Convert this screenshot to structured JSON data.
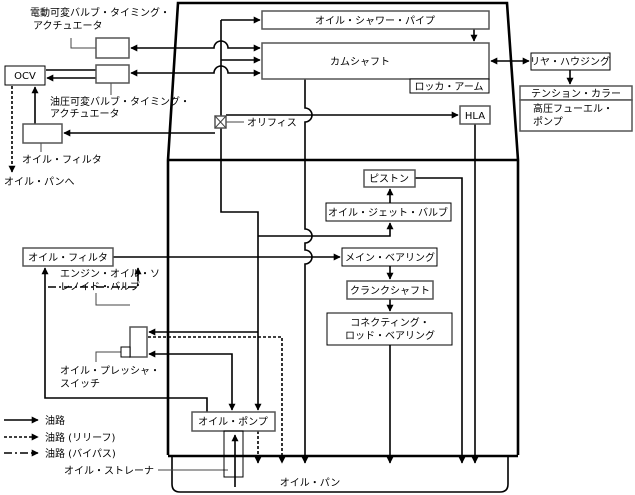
{
  "components": {
    "oil_shower_pipe": "オイル・シャワー・パイプ",
    "camshaft": "カムシャフト",
    "rocker_arm": "ロッカ・アーム",
    "rear_housing": "リヤ・ハウジング",
    "tension_collar": "テンション・カラー",
    "hp_fuel_pump_1": "高圧フューエル・",
    "hp_fuel_pump_2": "ポンプ",
    "hla": "HLA",
    "ocv": "OCV",
    "electric_vvt_1": "電動可変バルブ・タイミング・",
    "electric_vvt_2": "アクチュエータ",
    "hydraulic_vvt_1": "油圧可変バルブ・タイミング・",
    "hydraulic_vvt_2": "アクチュエータ",
    "oil_filter_upper": "オイル・フィルタ",
    "to_oil_pan": "オイル・パンへ",
    "orifice": "オリフィス",
    "piston": "ピストン",
    "oil_jet_valve": "オイル・ジェット・バルブ",
    "main_bearing": "メイン・ベアリング",
    "crankshaft": "クランクシャフト",
    "conrod_1": "コネクティング・",
    "conrod_2": "ロッド・ベアリング",
    "oil_filter": "オイル・フィルタ",
    "solenoid_1": "エンジン・オイル・ソ",
    "solenoid_2": "レノイド・バルブ",
    "pressure_switch_1": "オイル・プレッシャ・",
    "pressure_switch_2": "スイッチ",
    "oil_pump": "オイル・ポンプ",
    "oil_strainer": "オイル・ストレーナ",
    "oil_pan": "オイル・パン"
  },
  "legend": [
    {
      "style": "solid",
      "label": "油路"
    },
    {
      "style": "dotted",
      "label": "油路 (リリーフ)"
    },
    {
      "style": "dash-dot",
      "label": "油路 (バイパス)"
    }
  ]
}
